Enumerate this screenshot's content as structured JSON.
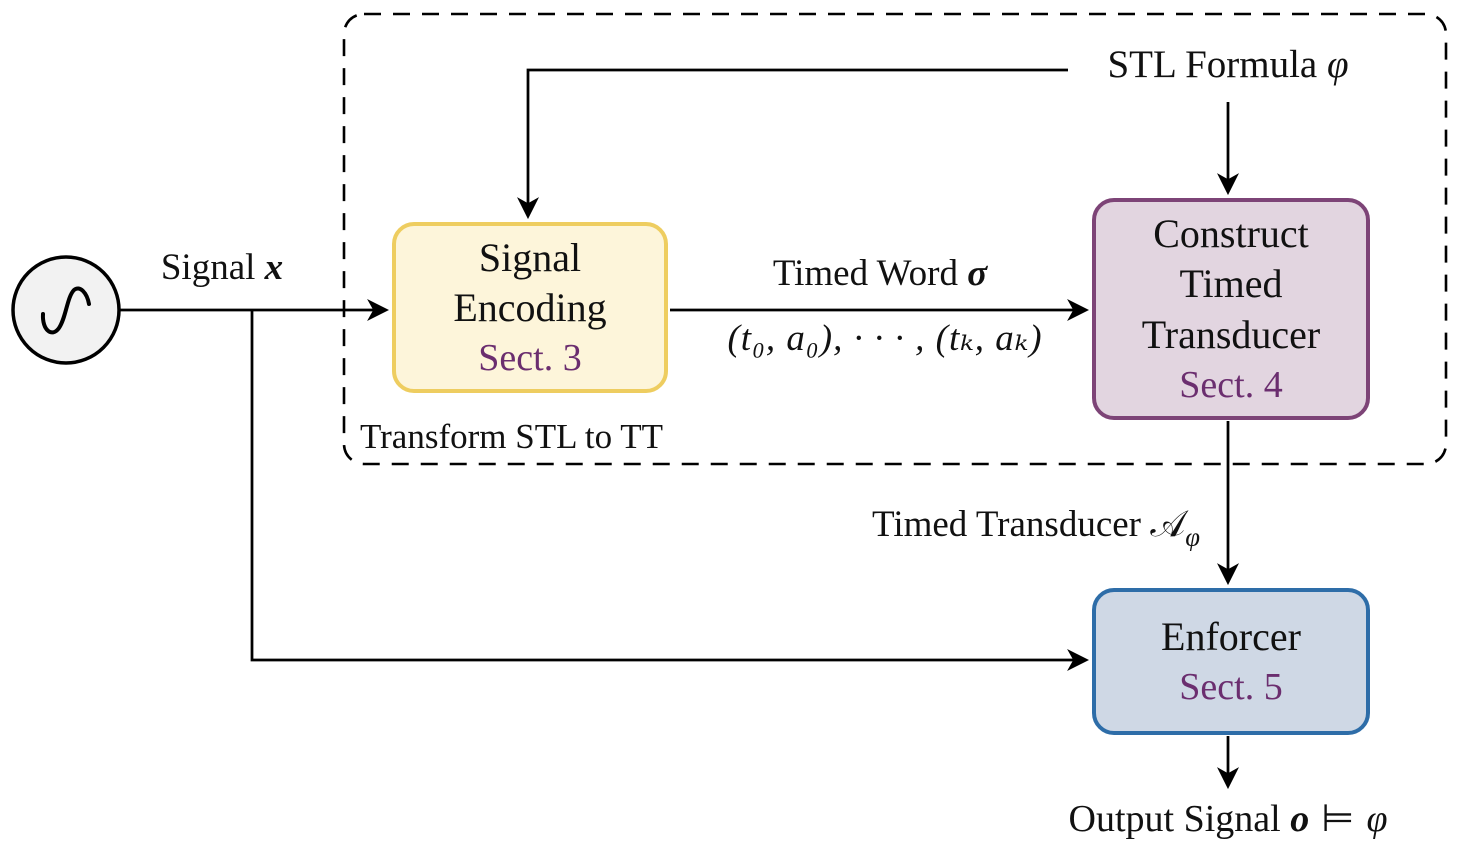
{
  "diagram": {
    "source": {
      "icon": "sine-wave"
    },
    "nodes": {
      "signal_encoding": {
        "title": "Signal\nEncoding",
        "section": "Sect. 3",
        "fill": "#fdf5da",
        "border": "#eecd60"
      },
      "construct_tt": {
        "title": "Construct\nTimed\nTransducer",
        "section": "Sect. 4",
        "fill": "#e2d5e0",
        "border": "#7d4477"
      },
      "enforcer": {
        "title": "Enforcer",
        "section": "Sect. 5",
        "fill": "#cfd8e5",
        "border": "#2e6da8"
      }
    },
    "group": {
      "label": "Transform STL to TT"
    },
    "edge_labels": {
      "signal": {
        "text": "Signal ",
        "variable": "x"
      },
      "stl_formula": {
        "text": "STL Formula ",
        "variable": "φ"
      },
      "timed_word": {
        "text": "Timed Word ",
        "variable": "σ",
        "expansion": "(t₀, a₀), · · · , (tₖ, aₖ)"
      },
      "timed_transducer": {
        "text": "Timed Transducer ",
        "variable": "𝒜",
        "subscript": "φ"
      },
      "output": {
        "text": "Output Signal ",
        "variable": "o",
        "relation": " ⊨ ",
        "formula": "φ"
      }
    },
    "colors": {
      "section_text": "#6b2e6f",
      "line": "#000000",
      "source_fill": "#f2f2f2",
      "source_stroke": "#000000"
    }
  }
}
